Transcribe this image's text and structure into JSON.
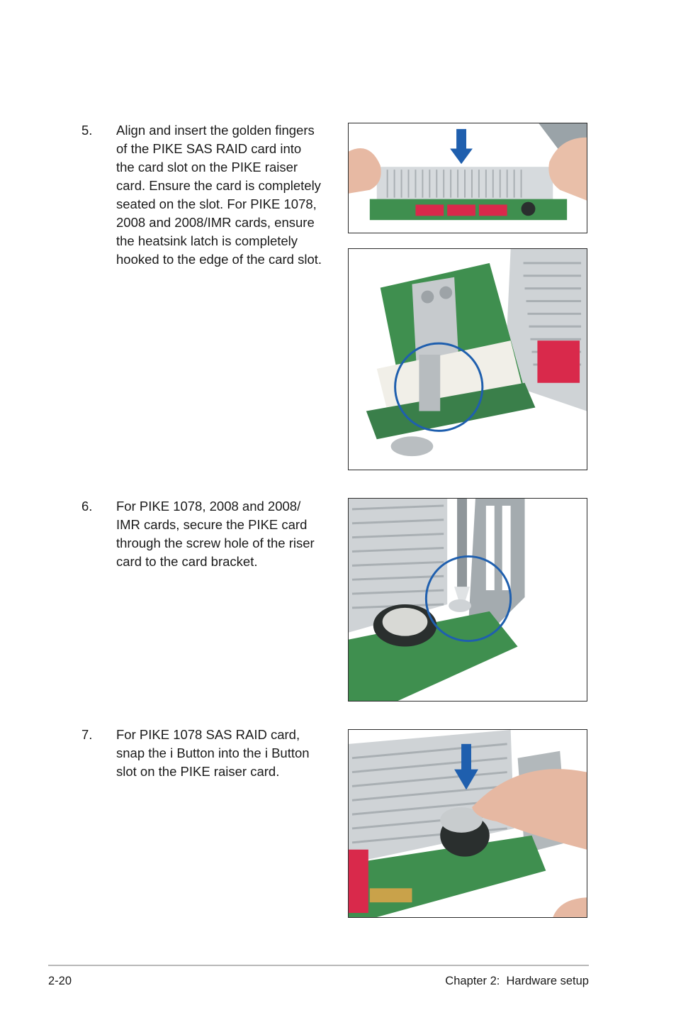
{
  "steps": [
    {
      "number": "5.",
      "text": "Align and insert the golden fingers\nof the PIKE SAS RAID card into\nthe card slot on the PIKE raiser\ncard. Ensure the card is completely\nseated on the slot. For PIKE 1078,\n2008 and 2008/IMR cards, ensure\nthe heatsink latch is completely\nhooked to the edge of the card slot."
    },
    {
      "number": "6.",
      "text": "For PIKE 1078, 2008 and 2008/\nIMR cards, secure the PIKE card\nthrough the screw hole of the riser\ncard to the card bracket."
    },
    {
      "number": "7.",
      "text": "For PIKE 1078 SAS RAID card,\nsnap the i Button into the i Button\nslot on the PIKE raiser card."
    }
  ],
  "footer": {
    "page_number": "2-20",
    "chapter": "Chapter 2:  Hardware setup"
  },
  "colors": {
    "arrow_blue": "#1f5fae",
    "highlight_circle": "#1f5fae",
    "pcb_green": "#3f8f4f",
    "connector_red": "#d9294b",
    "heatsink_silver": "#cfd3d6"
  }
}
